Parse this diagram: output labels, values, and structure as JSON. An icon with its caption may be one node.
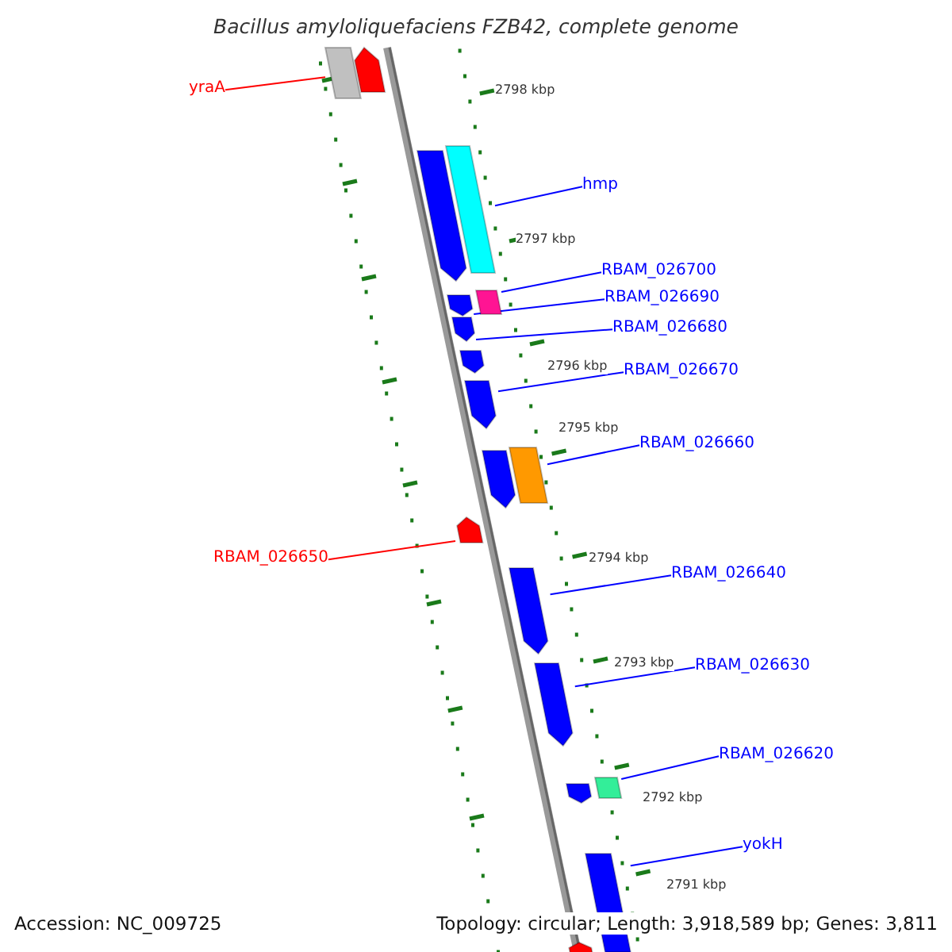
{
  "diagram": {
    "title": "Bacillus amyloliquefaciens FZB42, complete genome",
    "nodes": [
      {
        "text": [],
        "shape": "bar"
      },
      {
        "text": [],
        "shape": "bar"
      },
      {
        "text": [],
        "shape": "bar"
      },
      {
        "text": [],
        "shape": "bar"
      },
      {
        "text": [],
        "shape": "bar"
      },
      {
        "text": [],
        "shape": "bar"
      },
      {
        "text": [],
        "shape": "bar"
      },
      {
        "text": [],
        "shape": "bar"
      },
      {
        "text": [],
        "shape": "bar"
      },
      {
        "text": [],
        "shape": "bar"
      },
      {
        "text": [],
        "shape": "bar"
      },
      {
        "text": [],
        "shape": "bar"
      },
      {
        "text": [],
        "shape": "bar"
      },
      {
        "text": [],
        "shape": "bar"
      },
      {
        "text": [],
        "shape": "bar"
      },
      {
        "text": [],
        "shape": "bar"
      },
      {
        "text": [],
        "shape": "bar"
      },
      {
        "text": [],
        "shape": "bar"
      },
      {
        "text": [
          "yraA"
        ]
      },
      {
        "text": [
          "hmp"
        ]
      },
      {
        "text": [
          "RBAM_026700"
        ]
      },
      {
        "text": [
          "RBAM_026690"
        ]
      },
      {
        "text": [
          "RBAM_026680"
        ]
      },
      {
        "text": [
          "RBAM_026670"
        ]
      },
      {
        "text": [
          "RBAM_026660"
        ]
      },
      {
        "text": [
          "RBAM_026650"
        ]
      },
      {
        "text": [
          "RBAM_026640"
        ]
      },
      {
        "text": [
          "RBAM_026630"
        ]
      },
      {
        "text": [
          "RBAM_026620"
        ]
      },
      {
        "text": [
          "yokH"
        ]
      }
    ],
    "edges": [
      {
        "from": 18,
        "to": 0,
        "arrow": "none",
        "color": "#ff0000"
      },
      {
        "from": 19,
        "to": 3,
        "arrow": "none"
      },
      {
        "from": 20,
        "to": 5,
        "arrow": "none"
      },
      {
        "from": 21,
        "to": 4,
        "arrow": "none"
      },
      {
        "from": 22,
        "to": 6,
        "arrow": "none"
      },
      {
        "from": 23,
        "to": 8,
        "arrow": "none"
      },
      {
        "from": 24,
        "to": 10,
        "arrow": "none"
      },
      {
        "from": 25,
        "to": 11,
        "arrow": "none",
        "color": "#ff0000"
      },
      {
        "from": 26,
        "to": 12,
        "arrow": "none"
      },
      {
        "from": 27,
        "to": 13,
        "arrow": "none"
      },
      {
        "from": 28,
        "to": 15,
        "arrow": "none"
      },
      {
        "from": 29,
        "to": 16,
        "arrow": "none"
      }
    ],
    "labels": [
      "2798 kbp",
      "2797 kbp",
      "2796 kbp",
      "2795 kbp",
      "2794 kbp",
      "2793 kbp",
      "2792 kbp",
      "2791 kbp",
      "Accession: NC_009725",
      "Topology: circular; Length: 3,918,589 bp; Genes: 3,811"
    ]
  }
}
